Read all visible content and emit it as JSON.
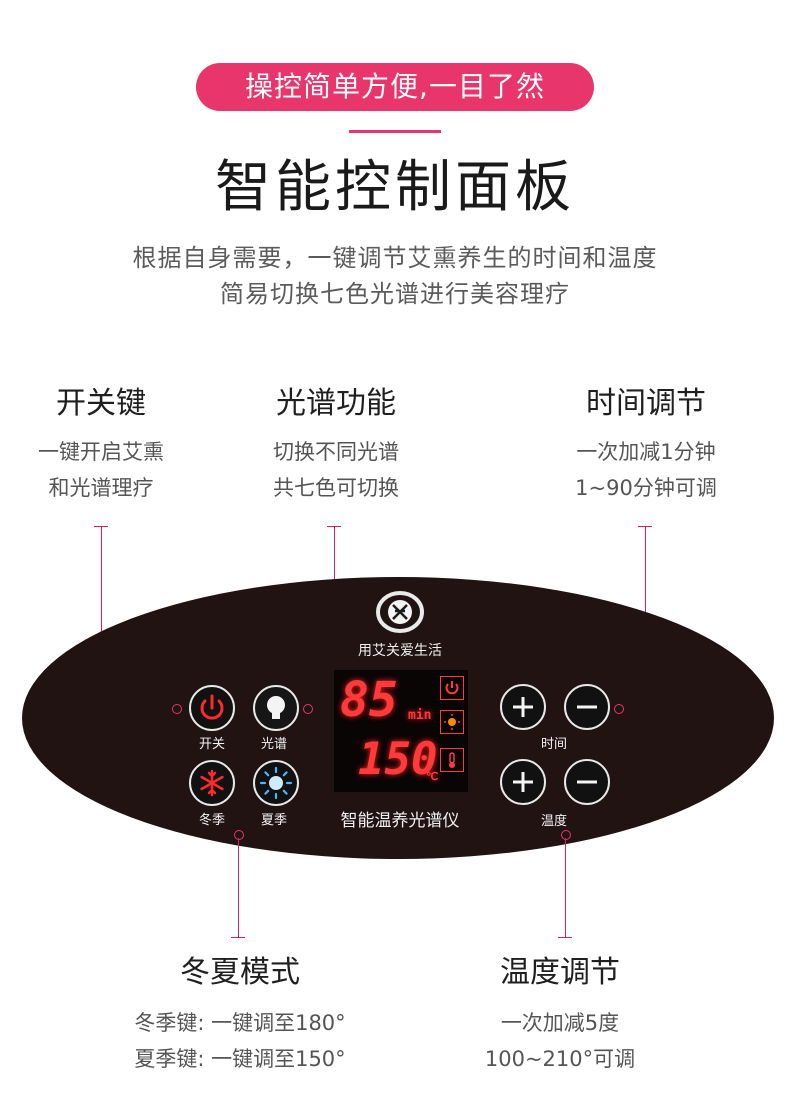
{
  "header": {
    "banner": "操控简单方便,一目了然",
    "title": "智能控制面板",
    "subtitle_line1": "根据自身需要，一键调节艾熏养生的时间和温度",
    "subtitle_line2": "简易切换七色光谱进行美容理疗"
  },
  "features": {
    "power": {
      "title": "开关键",
      "desc1": "一键开启艾熏",
      "desc2": "和光谱理疗"
    },
    "spectrum": {
      "title": "光谱功能",
      "desc1": "切换不同光谱",
      "desc2": "共七色可切换"
    },
    "time": {
      "title": "时间调节",
      "desc1": "一次加减1分钟",
      "desc2": "1~90分钟可调"
    },
    "season": {
      "title": "冬夏模式",
      "desc1": "冬季键: 一键调至180°",
      "desc2": "夏季键: 一键调至150°"
    },
    "temp": {
      "title": "温度调节",
      "desc1": "一次加减5度",
      "desc2": "100~210°可调"
    }
  },
  "panel": {
    "brand_caption": "用艾关爱生活",
    "product_caption": "智能温养光谱仪",
    "labels": {
      "power": "开关",
      "spectrum": "光谱",
      "winter": "冬季",
      "summer": "夏季",
      "time": "时间",
      "temp": "温度"
    },
    "display": {
      "minutes": "85",
      "minutes_unit": "min",
      "temperature": "150",
      "temp_unit": "℃"
    }
  },
  "colors": {
    "accent": "#e8356b",
    "panel": "#201312",
    "led": "#ff3a3a"
  }
}
